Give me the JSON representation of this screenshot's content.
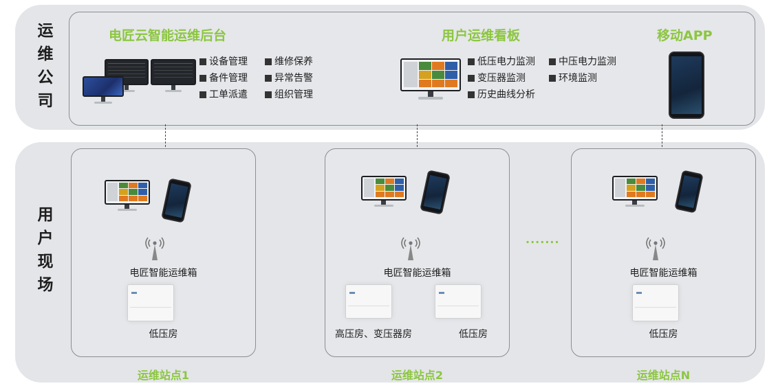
{
  "left_labels": {
    "top": [
      "运",
      "维",
      "公",
      "司"
    ],
    "bottom": [
      "用",
      "户",
      "现",
      "场"
    ]
  },
  "top": {
    "backend": {
      "title": "电匠云智能运维后台",
      "features": [
        "设备管理",
        "维修保养",
        "备件管理",
        "异常告警",
        "工单派遣",
        "组织管理"
      ]
    },
    "dashboard": {
      "title": "用户运维看板",
      "features": [
        "低压电力监测",
        "中压电力监测",
        "变压器监测",
        "环境监测",
        "历史曲线分析"
      ]
    },
    "mobile": {
      "title": "移动APP"
    }
  },
  "sites": [
    {
      "device_label": "电匠智能运维箱",
      "rooms": [
        "低压房"
      ],
      "name": "运维站点1"
    },
    {
      "device_label": "电匠智能运维箱",
      "rooms": [
        "高压房、变压器房",
        "低压房"
      ],
      "name": "运维站点2"
    },
    {
      "device_label": "电匠智能运维箱",
      "rooms": [
        "低压房"
      ],
      "name": "运维站点N"
    }
  ],
  "ellipsis": ".......",
  "colors": {
    "accent": "#8cc63f",
    "panel": "#e3e5e8",
    "border": "#8a8d92"
  }
}
